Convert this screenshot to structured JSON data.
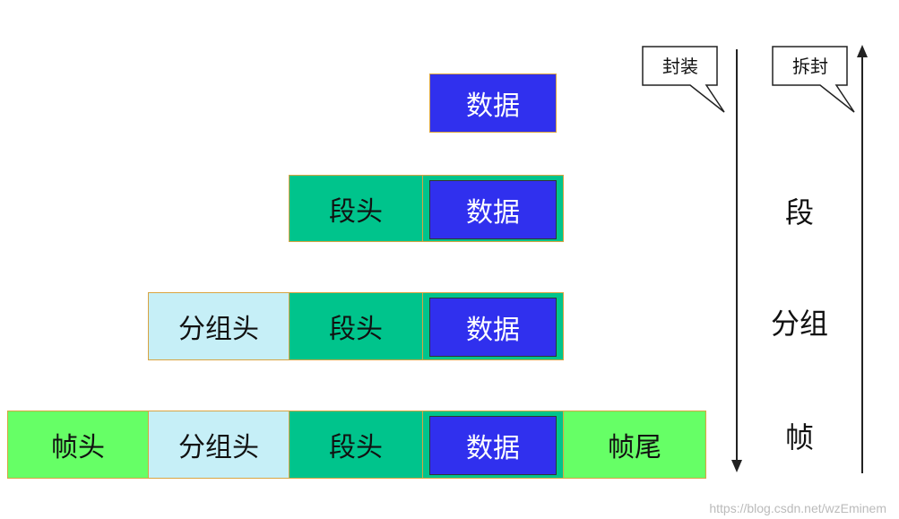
{
  "labels": {
    "data": "数据",
    "segment_header": "段头",
    "packet_header": "分组头",
    "frame_header": "帧头",
    "frame_trailer": "帧尾"
  },
  "callouts": {
    "encapsulate": "封装",
    "decapsulate": "拆封"
  },
  "layers": {
    "segment": "段",
    "packet": "分组",
    "frame": "帧"
  },
  "watermark": "https://blog.csdn.net/wzEminem"
}
